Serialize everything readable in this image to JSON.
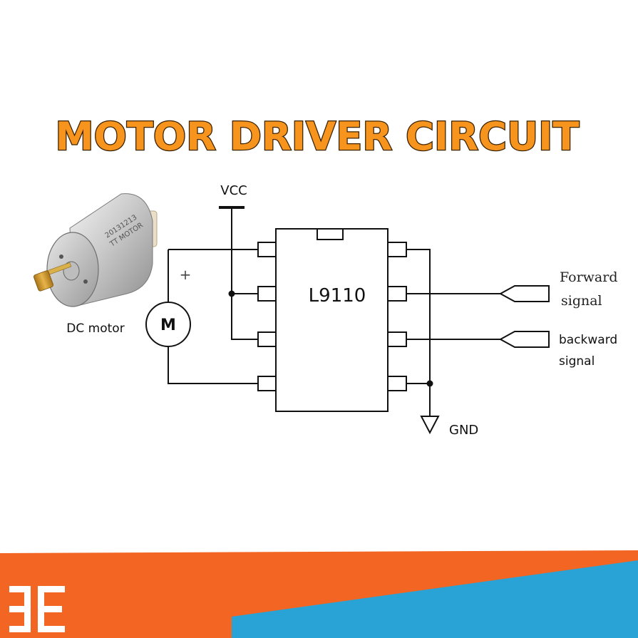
{
  "title": "MOTOR DRIVER CIRCUIT",
  "vcc_label": "VCC",
  "gnd_label": "GND",
  "chip_label": "L9110",
  "motor_symbol": "M",
  "motor_caption": "DC motor",
  "plus_sign": "+",
  "forward_signal": {
    "line1": "Forward",
    "line2": "signal"
  },
  "backward_signal": {
    "line1": "backward",
    "line2": "signal"
  },
  "motor_can_print": {
    "line1": "20131213",
    "line2": "TT MOTOR"
  },
  "colors": {
    "title_fill": "#F7941D",
    "title_outline": "#3a2200",
    "wire": "#111111",
    "banner_orange": "#F26522",
    "banner_blue": "#29A3D6"
  },
  "icons": [
    "dc-motor-photo-icon",
    "ground-symbol-icon",
    "brand-logo-icon"
  ]
}
